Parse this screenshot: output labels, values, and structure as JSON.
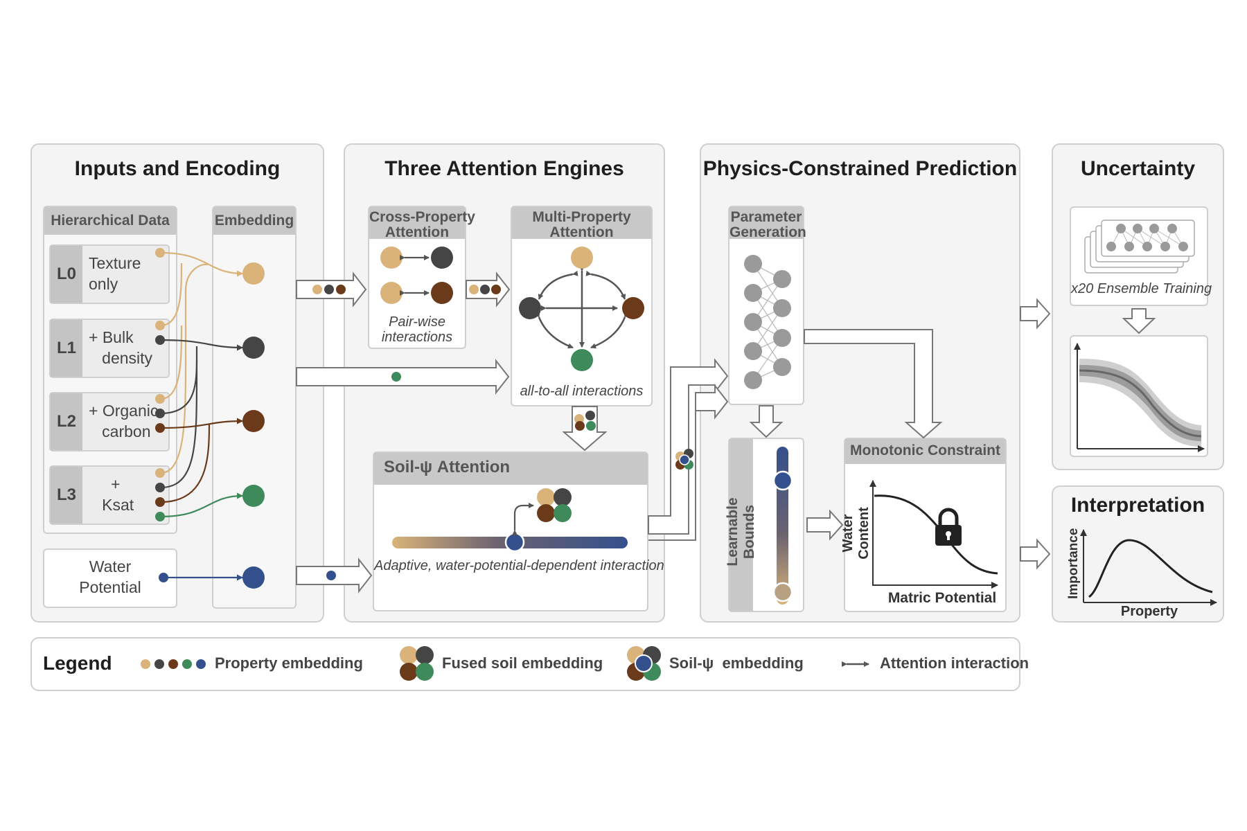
{
  "colors": {
    "texture": "#d9b37a",
    "bulk_density": "#454545",
    "organic_carbon": "#6b3a1a",
    "ksat": "#3f8a5b",
    "water_potential": "#34508c",
    "panel_bg": "#f4f4f4",
    "header_gray": "#c8c8c8"
  },
  "panels": {
    "inputs": {
      "title": "Inputs and Encoding",
      "hierarchical_header": "Hierarchical Data",
      "embedding_header": "Embedding",
      "levels": [
        {
          "tag": "L0",
          "text": "Texture\nonly"
        },
        {
          "tag": "L1",
          "text": "+ Bulk\n   density"
        },
        {
          "tag": "L2",
          "text": "+ Organic\n   carbon"
        },
        {
          "tag": "L3",
          "text": "     +\n   Ksat"
        }
      ],
      "water_potential": "Water\nPotential"
    },
    "attention": {
      "title": "Three Attention Engines",
      "cross_header": "Cross-Property\nAttention",
      "cross_caption": "Pair-wise\ninteractions",
      "multi_header": "Multi-Property\nAttention",
      "multi_caption": "all-to-all interactions",
      "soil_header": "Soil-ψ Attention",
      "soil_caption": "Adaptive, water-potential-dependent interaction"
    },
    "physics": {
      "title": "Physics-Constrained Prediction",
      "param_header": "Parameter\nGeneration",
      "bounds_label": "Learnable Bounds",
      "monotonic_header": "Monotonic Constraint",
      "ylabel": "Water Content",
      "xlabel": "Matric Potential"
    },
    "uncertainty": {
      "title": "Uncertainty",
      "ensemble_caption": "x20 Ensemble Training"
    },
    "interpretation": {
      "title": "Interpretation",
      "ylabel": "Importance",
      "xlabel": "Property"
    }
  },
  "legend": {
    "title": "Legend",
    "items": [
      {
        "label": "Property embedding"
      },
      {
        "label": "Fused soil embedding"
      },
      {
        "label": "Soil-ψ  embedding"
      },
      {
        "label": "Attention interaction"
      }
    ]
  }
}
